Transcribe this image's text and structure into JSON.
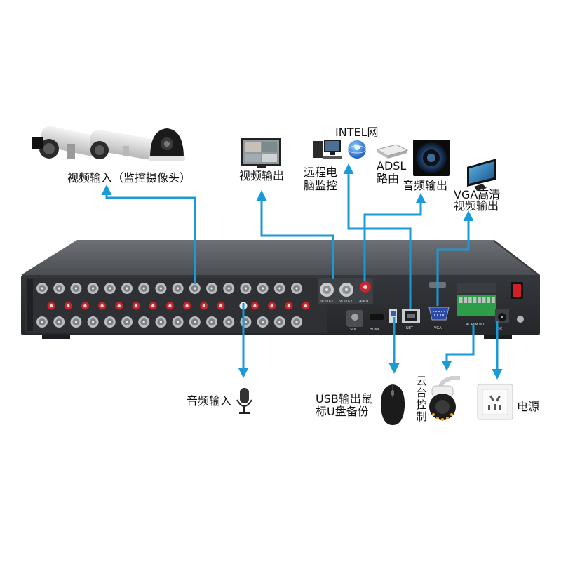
{
  "labels": {
    "video_input": "视频输入（监控摄像头）",
    "video_output": "视频输出",
    "intel_net": "INTEL网",
    "remote_pc_line1": "远程电",
    "remote_pc_line2": "脑监控",
    "adsl_line1": "ADSL",
    "adsl_line2": "路由",
    "audio_output": "音频输出",
    "vga_line1": "VGA高清",
    "vga_line2": "视频输出",
    "audio_input": "音频输入",
    "usb_line1": "USB输出鼠",
    "usb_line2": "标U盘备份",
    "ptz_control": "云台控制",
    "power": "电源"
  },
  "panel": {
    "label_vout1": "VOUT-1",
    "label_vout2": "VOUT-2",
    "label_aout": "AOUT",
    "label_sdi": "SDI",
    "label_hdmi": "HDMI",
    "label_net": "NET",
    "label_vga": "VGA",
    "label_alarm": "ALARM I/O",
    "label_dc": "DC"
  },
  "colors": {
    "arrow": "#1a9ad6",
    "panel_face": "#3c3f44",
    "panel_top": "#5a5d62",
    "bnc": "#b9bcc0",
    "rca_red": "#c8262c",
    "terminal_green": "#2e9d4a"
  }
}
